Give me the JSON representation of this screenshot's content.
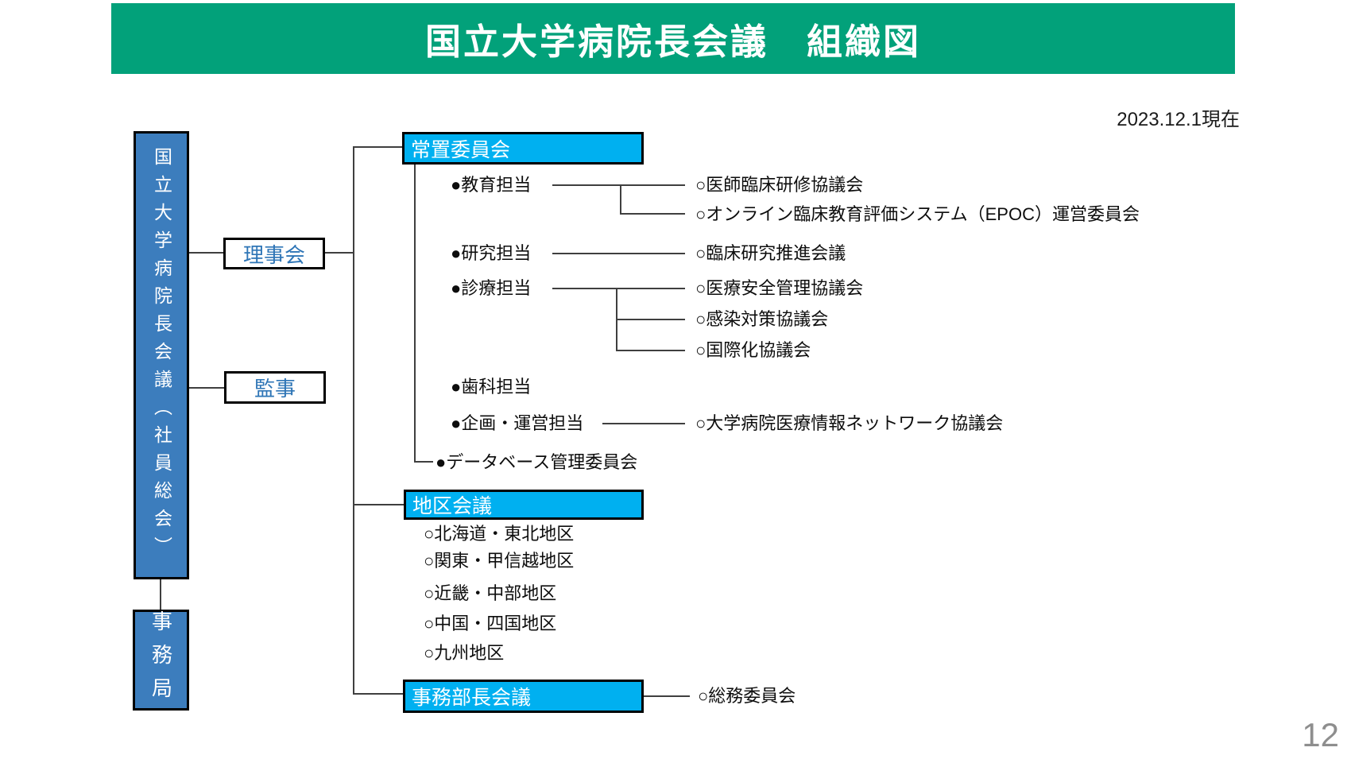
{
  "slide": {
    "title": "国立大学病院長会議　組織図",
    "date_note": "2023.12.1現在",
    "page_number": "12"
  },
  "colors": {
    "banner_green": "#02a17a",
    "box_blue": "#3c7dbd",
    "box_cyan": "#00b0f0",
    "link_text_blue": "#2e75b6",
    "line": "#3f3f3f",
    "page_number_gray": "#8e8e8e"
  },
  "org": {
    "assembly_box": "国立大学病院長会議（社員総会）",
    "secretariat_box": "事務局",
    "board_box": "理事会",
    "auditors_box": "監事",
    "standing_committee": {
      "title": "常置委員会",
      "groups": [
        {
          "label": "●教育担当",
          "children": [
            "○医師臨床研修協議会",
            "○オンライン臨床教育評価システム（EPOC）運営委員会"
          ]
        },
        {
          "label": "●研究担当",
          "children": [
            "○臨床研究推進会議"
          ]
        },
        {
          "label": "●診療担当",
          "children": [
            "○医療安全管理協議会",
            "○感染対策協議会",
            "○国際化協議会"
          ]
        },
        {
          "label": "●歯科担当",
          "children": []
        },
        {
          "label": "●企画・運営担当",
          "children": [
            "○大学病院医療情報ネットワーク協議会"
          ]
        },
        {
          "label": "●データベース管理委員会",
          "children": []
        }
      ]
    },
    "district_meeting": {
      "title": "地区会議",
      "items": [
        "○北海道・東北地区",
        "○関東・甲信越地区",
        "○近畿・中部地区",
        "○中国・四国地区",
        "○九州地区"
      ]
    },
    "admin_meeting": {
      "title": "事務部長会議",
      "children": [
        "○総務委員会"
      ]
    }
  }
}
